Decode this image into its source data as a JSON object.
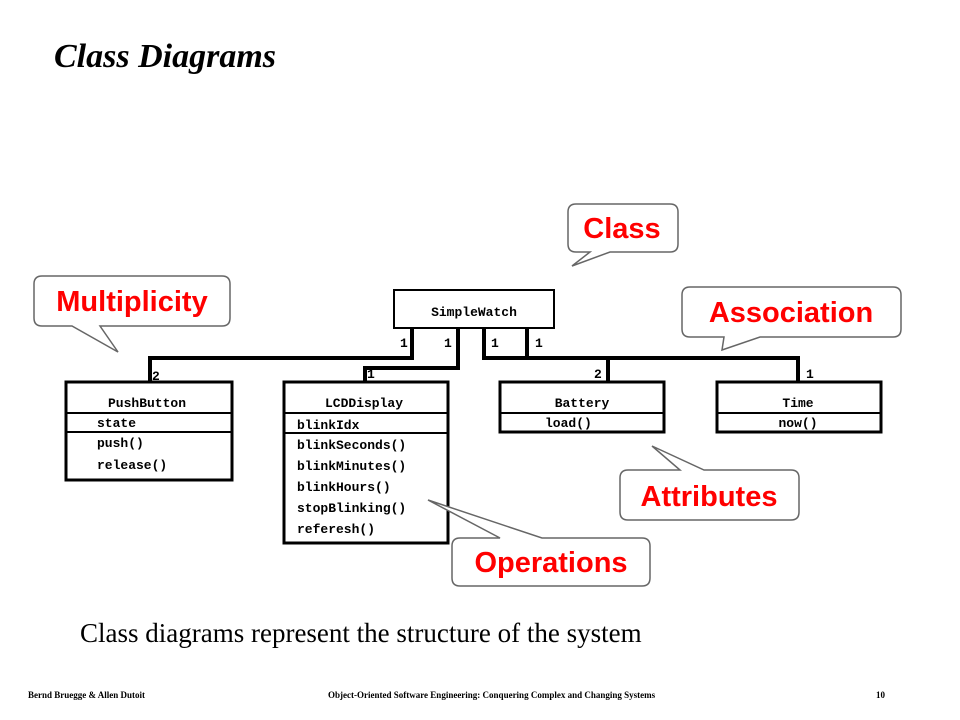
{
  "title": "Class Diagrams",
  "classes": {
    "simplewatch": {
      "name": "SimpleWatch"
    },
    "pushbutton": {
      "name": "PushButton",
      "attributes": [
        "state"
      ],
      "operations": [
        "push()",
        "release()"
      ]
    },
    "lcddisplay": {
      "name": "LCDDisplay",
      "attributes": [
        "blinkIdx"
      ],
      "operations": [
        "blinkSeconds()",
        "blinkMinutes()",
        "blinkHours()",
        "stopBlinking()",
        "referesh()"
      ]
    },
    "battery": {
      "name": "Battery",
      "operations": [
        "load()"
      ]
    },
    "time": {
      "name": "Time",
      "operations": [
        "now()"
      ]
    }
  },
  "multiplicities": {
    "sw_pushbutton": "1",
    "sw_lcd": "1",
    "sw_battery": "1",
    "sw_time": "1",
    "pushbutton": "2",
    "lcd": "1",
    "battery": "2",
    "time": "1"
  },
  "callouts": {
    "class": "Class",
    "multiplicity": "Multiplicity",
    "association": "Association",
    "attributes": "Attributes",
    "operations": "Operations"
  },
  "caption": "Class diagrams represent the structure of the system",
  "footer": {
    "authors": "Bernd Bruegge & Allen Dutoit",
    "book": "Object-Oriented Software Engineering: Conquering Complex and Changing Systems",
    "page": "10"
  },
  "colors": {
    "callout_text": "#ff0000",
    "line": "#000000"
  }
}
